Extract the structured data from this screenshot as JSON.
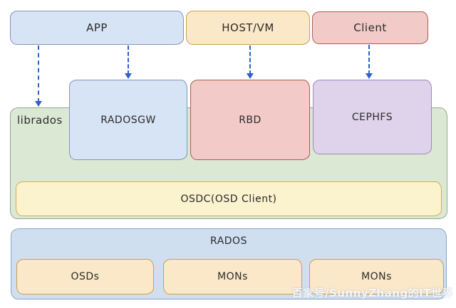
{
  "diagram": {
    "top_row": {
      "app": "APP",
      "host_vm": "HOST/VM",
      "client": "Client"
    },
    "librados_layer": {
      "label": "librados",
      "radosgw": "RADOSGW",
      "rbd": "RBD",
      "cephfs": "CEPHFS",
      "osdc": "OSDC(OSD Client)"
    },
    "rados_layer": {
      "label": "RADOS",
      "osds": "OSDs",
      "mons_1": "MONs",
      "mons_2": "MONs"
    },
    "watermark": "百家号/SunnyZhang的IT世界"
  },
  "colors": {
    "blue_fill": "#d7e4f5",
    "blue_border": "#8493ba",
    "orange_fill": "#fbe8c8",
    "orange_border": "#cc9c50",
    "red_fill": "#f2cac8",
    "red_border": "#aa5e55",
    "purple_fill": "#ded3ea",
    "purple_border": "#9c88b9",
    "green_fill": "#dbe8d4",
    "green_border": "#93aa8d",
    "yellow_fill": "#fbf2ce",
    "yellow_border": "#d2ae57",
    "rados_fill": "#d0dff0",
    "rados_border": "#8ba4c8",
    "arrow": "#2e62c6",
    "text": "#2b2b2b"
  }
}
